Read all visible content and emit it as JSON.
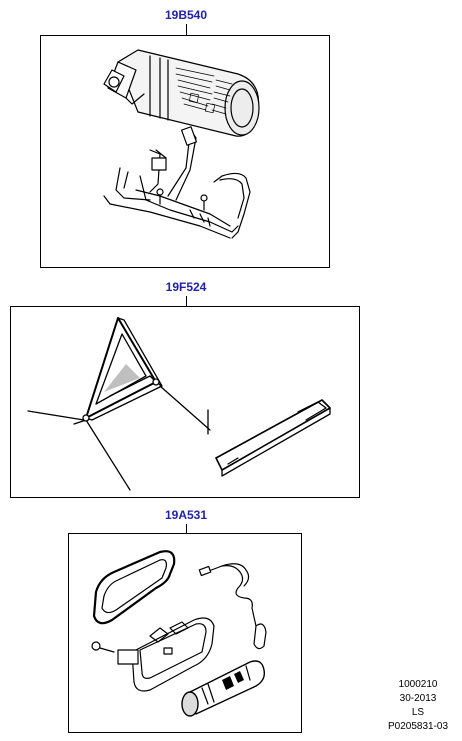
{
  "parts": [
    {
      "part_number": "19B540"
    },
    {
      "part_number": "19F524"
    },
    {
      "part_number": "19A531"
    }
  ],
  "reference": {
    "line1": "1000210",
    "line2": "30-2013",
    "line3": "LS",
    "line4": "P0205831-03"
  }
}
